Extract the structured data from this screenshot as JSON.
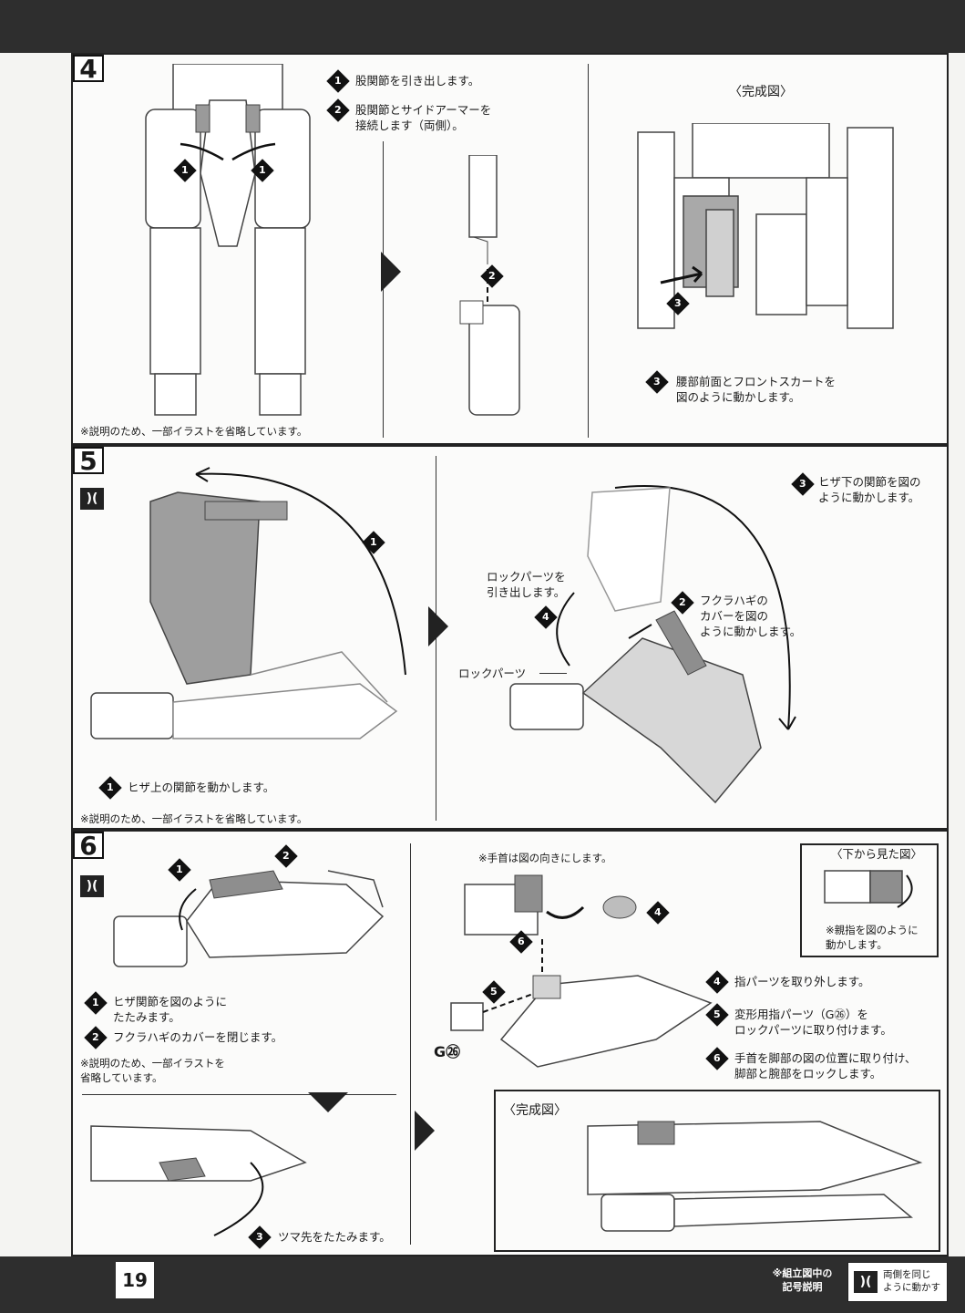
{
  "page": {
    "number": "19"
  },
  "footer": {
    "legend_title": "※組立図中の\n記号説明",
    "legend_icon": "both-sides-symbol",
    "legend_text": "両側を同じ\nように動かす"
  },
  "steps": {
    "s4": {
      "number": "4",
      "i1": "股関節を引き出します。",
      "i2": "股関節とサイドアーマーを\n接続します（両側）。",
      "complete_label": "〈完成図〉",
      "i3": "腰部前面とフロントスカートを\n図のように動かします。",
      "note": "※説明のため、一部イラストを省略しています。"
    },
    "s5": {
      "number": "5",
      "i1": "ヒザ上の関節を動かします。",
      "i3": "ヒザ下の関節を図の\nように動かします。",
      "i2": "フクラハギの\nカバーを図の\nように動かします。",
      "i4": "ロックパーツを\n引き出します。",
      "lock_label": "ロックパーツ",
      "note": "※説明のため、一部イラストを省略しています。"
    },
    "s6": {
      "number": "6",
      "i1": "ヒザ関節を図のように\nたたみます。",
      "i2": "フクラハギのカバーを閉じます。",
      "note": "※説明のため、一部イラストを\n省略しています。",
      "i3": "ツマ先をたたみます。",
      "wrist_note": "※手首は図の向きにします。",
      "bottom_view_label": "〈下から見た図〉",
      "thumb_note": "※親指を図のように\n動かします。",
      "i4": "指パーツを取り外します。",
      "i5": "変形用指パーツ（G㉖）を\nロックパーツに取り付けます。",
      "i6": "手首を脚部の図の位置に取り付け、\n脚部と腕部をロックします。",
      "part_label": "G㉖",
      "complete_label": "〈完成図〉"
    }
  },
  "badges": {
    "n1": "1",
    "n2": "2",
    "n3": "3",
    "n4": "4",
    "n5": "5",
    "n6": "6"
  },
  "icons": {
    "arrow": "right-arrow-icon",
    "symbol": "both-sides-symbol"
  }
}
